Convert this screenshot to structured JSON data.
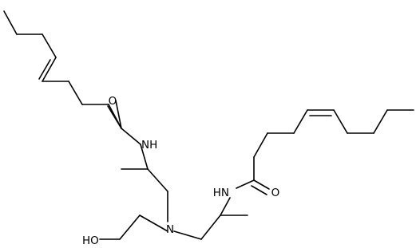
{
  "molecule": {
    "atoms": [
      {
        "id": "o_carbonyl_1",
        "symbol": "O"
      },
      {
        "id": "nh_1",
        "symbol": "NH"
      },
      {
        "id": "n_center",
        "symbol": "N"
      },
      {
        "id": "nh_2",
        "symbol": "HN"
      },
      {
        "id": "o_carbonyl_2",
        "symbol": "O"
      },
      {
        "id": "ho_terminal",
        "symbol": "HO"
      }
    ]
  },
  "colors": {
    "bond": "#000000",
    "background": "#ffffff"
  }
}
